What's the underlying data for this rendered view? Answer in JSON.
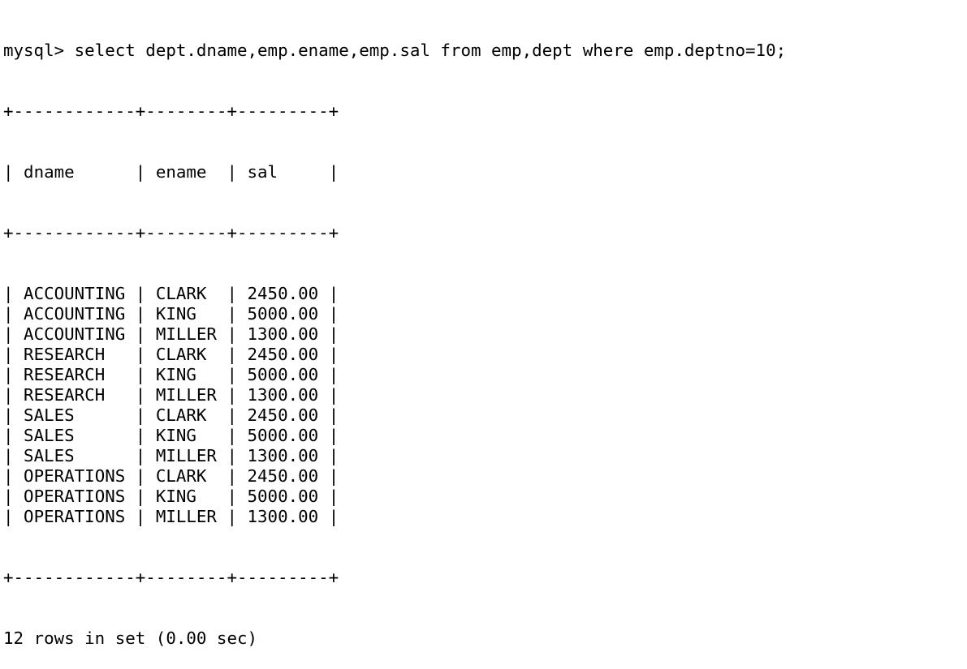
{
  "prompt": "mysql> ",
  "command": "select dept.dname,emp.ename,emp.sal from emp,dept where emp.deptno=10;",
  "border_line": "+------------+--------+---------+",
  "columns": [
    "dname",
    "ename",
    "sal"
  ],
  "rows": [
    [
      "ACCOUNTING",
      "CLARK",
      "2450.00"
    ],
    [
      "ACCOUNTING",
      "KING",
      "5000.00"
    ],
    [
      "ACCOUNTING",
      "MILLER",
      "1300.00"
    ],
    [
      "RESEARCH",
      "CLARK",
      "2450.00"
    ],
    [
      "RESEARCH",
      "KING",
      "5000.00"
    ],
    [
      "RESEARCH",
      "MILLER",
      "1300.00"
    ],
    [
      "SALES",
      "CLARK",
      "2450.00"
    ],
    [
      "SALES",
      "KING",
      "5000.00"
    ],
    [
      "SALES",
      "MILLER",
      "1300.00"
    ],
    [
      "OPERATIONS",
      "CLARK",
      "2450.00"
    ],
    [
      "OPERATIONS",
      "KING",
      "5000.00"
    ],
    [
      "OPERATIONS",
      "MILLER",
      "1300.00"
    ]
  ],
  "summary": "12 rows in set (0.00 sec)"
}
